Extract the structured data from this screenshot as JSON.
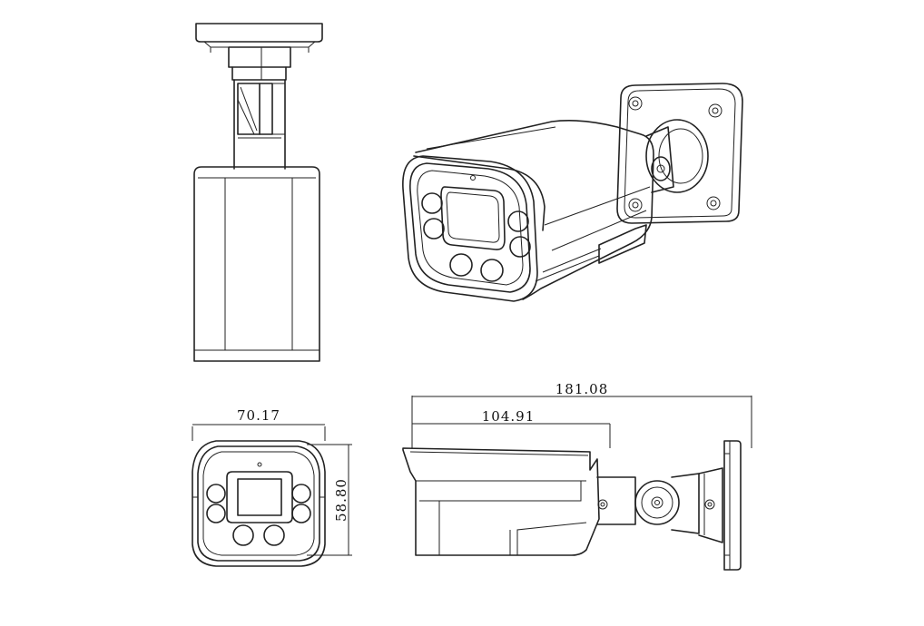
{
  "dimensions": {
    "total_length": "181.08",
    "housing_length": "104.91",
    "width": "70.17",
    "height": "58.80"
  }
}
